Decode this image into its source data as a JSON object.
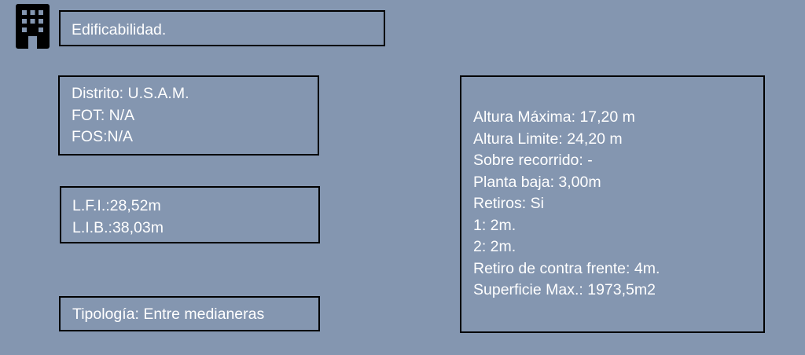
{
  "header": {
    "icon": "building-icon",
    "title": "Edificabilidad."
  },
  "zoning": {
    "distrito": "Distrito: U.S.A.M.",
    "fot": "FOT: N/A",
    "fos": "FOS:N/A"
  },
  "limits": {
    "lfi": "L.F.I.:28,52m",
    "lib": "L.I.B.:38,03m"
  },
  "typology": {
    "label": "Tipología: Entre medianeras"
  },
  "building": {
    "lines": [
      "Altura Máxima: 17,20 m",
      "Altura Limite: 24,20 m",
      "Sobre recorrido: -",
      "Planta baja: 3,00m",
      "Retiros: Si",
      "1: 2m.",
      "2: 2m.",
      "Retiro de contra frente: 4m.",
      "Superficie Max.: 1973,5m2"
    ]
  },
  "colors": {
    "background": "#8496b0",
    "text": "#ffffff",
    "border": "#000000",
    "icon": "#000000"
  }
}
